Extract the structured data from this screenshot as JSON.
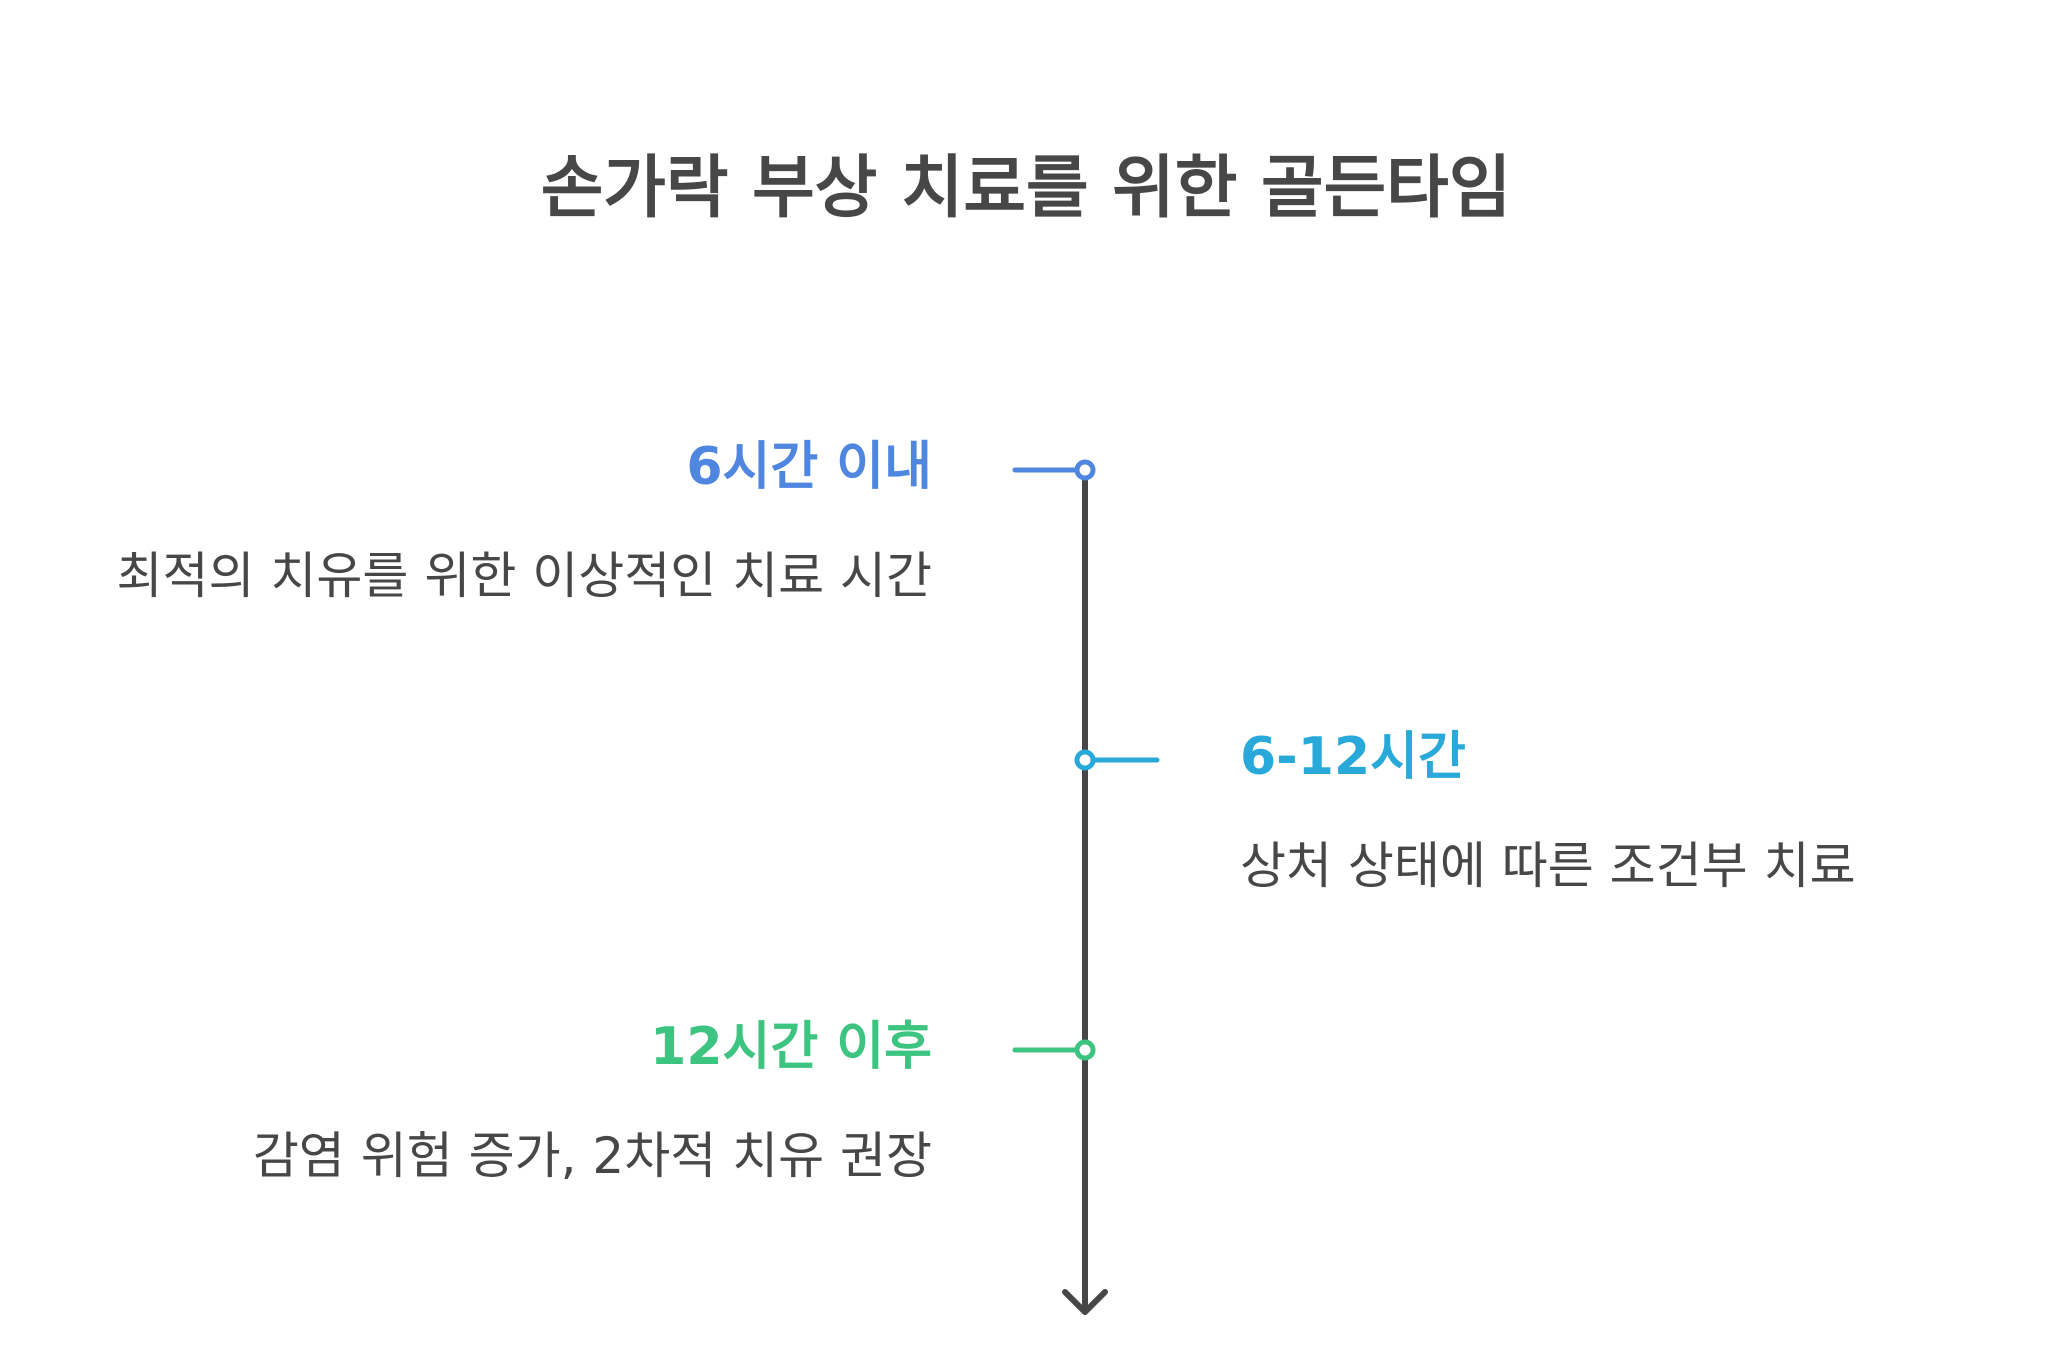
{
  "title": "손가락 부상 치료를 위한 골든타임",
  "colors": {
    "axis": "#474747",
    "stage1": "#4F86E0",
    "stage2": "#28A9DA",
    "stage3": "#3CC480",
    "text": "#474747"
  },
  "stages": [
    {
      "label": "6시간 이내",
      "description": "최적의 치유를 위한 이상적인 치료 시간",
      "side": "left"
    },
    {
      "label": "6-12시간",
      "description": "상처 상태에 따른 조건부 치료",
      "side": "right"
    },
    {
      "label": "12시간 이후",
      "description": "감염 위험 증가, 2차적 치유 권장",
      "side": "left"
    }
  ]
}
